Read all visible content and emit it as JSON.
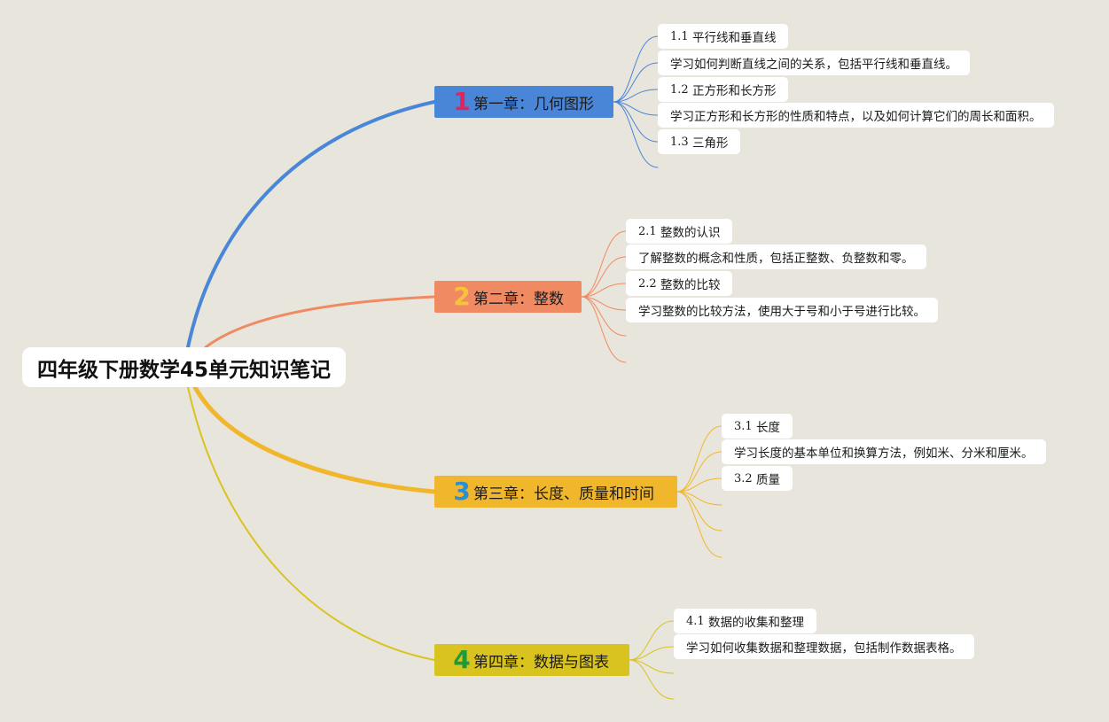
{
  "root": {
    "title": "四年级下册数学45单元知识笔记"
  },
  "chapters": [
    {
      "number": "1",
      "title": "第一章：几何图形",
      "color": "#4a86d8",
      "number_color": "#e0245e",
      "items": [
        {
          "code": "1.1",
          "text": "平行线和垂直线"
        },
        {
          "code": "",
          "text": "学习如何判断直线之间的关系，包括平行线和垂直线。"
        },
        {
          "code": "1.2",
          "text": "正方形和长方形"
        },
        {
          "code": "",
          "text": "学习正方形和长方形的性质和特点，以及如何计算它们的周长和面积。"
        },
        {
          "code": "1.3",
          "text": "三角形"
        }
      ]
    },
    {
      "number": "2",
      "title": "第二章：整数",
      "color": "#f08a62",
      "number_color": "#f6c33a",
      "items": [
        {
          "code": "2.1",
          "text": "整数的认识"
        },
        {
          "code": "",
          "text": "了解整数的概念和性质，包括正整数、负整数和零。"
        },
        {
          "code": "2.2",
          "text": "整数的比较"
        },
        {
          "code": "",
          "text": "学习整数的比较方法，使用大于号和小于号进行比较。"
        }
      ]
    },
    {
      "number": "3",
      "title": "第三章：长度、质量和时间",
      "color": "#f1b72c",
      "number_color": "#2a8fd6",
      "items": [
        {
          "code": "3.1",
          "text": "长度"
        },
        {
          "code": "",
          "text": "学习长度的基本单位和换算方法，例如米、分米和厘米。"
        },
        {
          "code": "3.2",
          "text": "质量"
        }
      ]
    },
    {
      "number": "4",
      "title": "第四章：数据与图表",
      "color": "#d9c31f",
      "number_color": "#1f9a3a",
      "items": [
        {
          "code": "4.1",
          "text": "数据的收集和整理"
        },
        {
          "code": "",
          "text": "学习如何收集数据和整理数据，包括制作数据表格。"
        }
      ]
    }
  ]
}
